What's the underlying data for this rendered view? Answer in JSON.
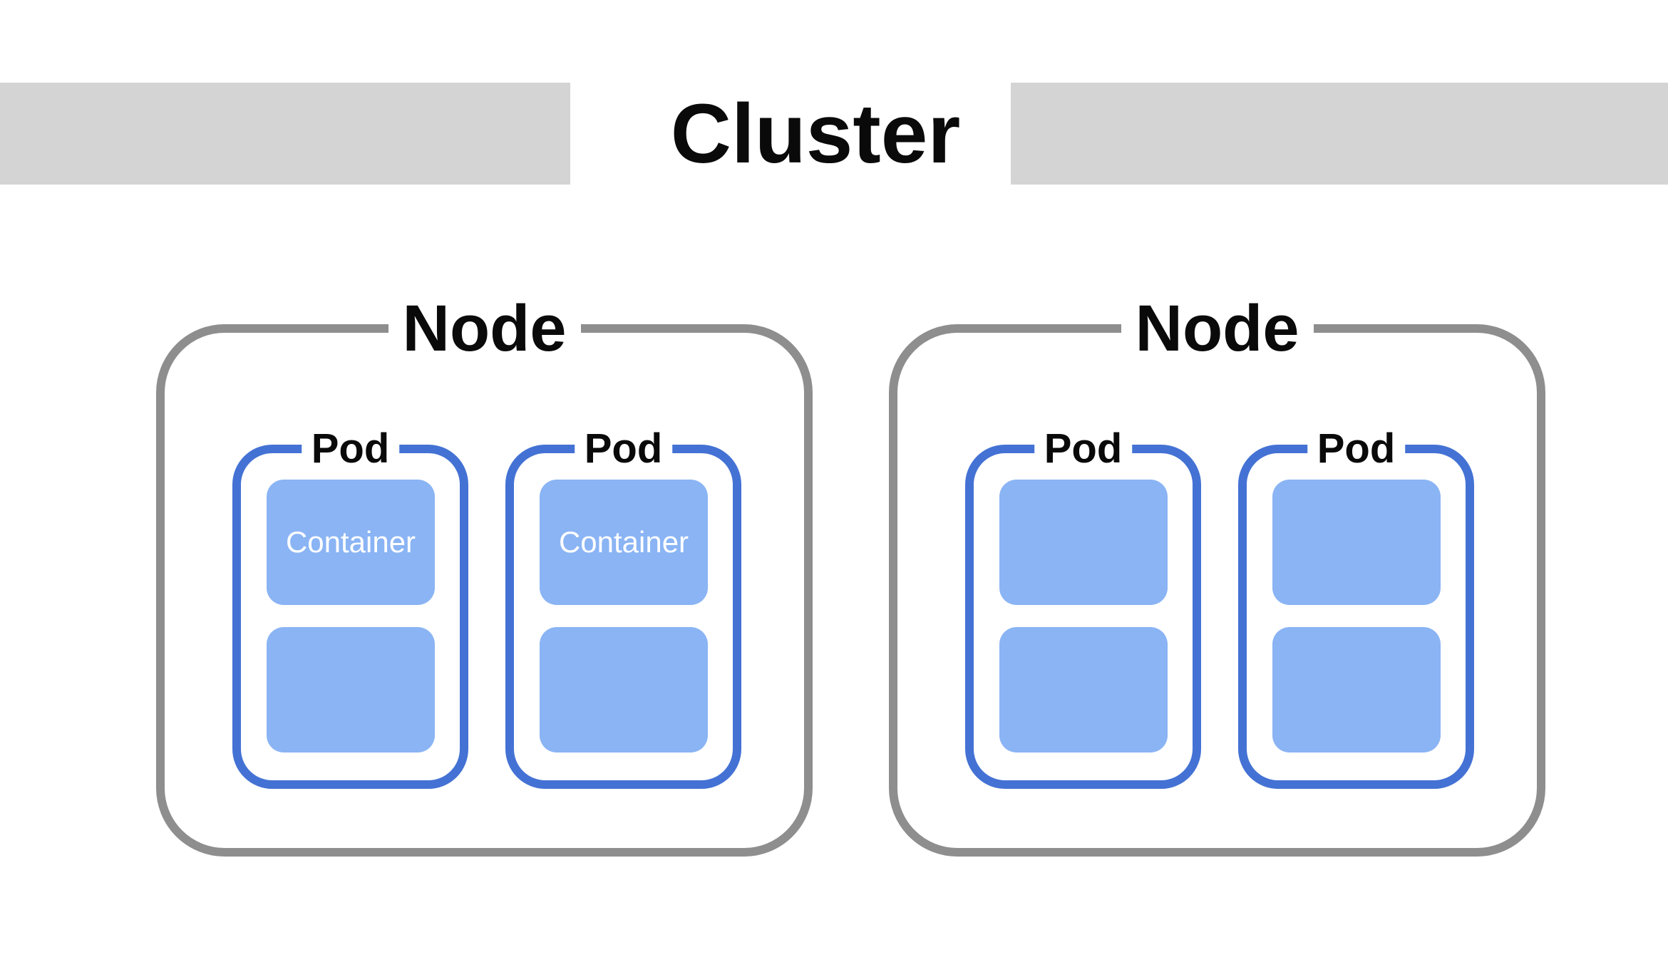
{
  "cluster": {
    "label": "Cluster"
  },
  "colors": {
    "banner_gray": "#d4d4d4",
    "node_border": "#8e8e8e",
    "pod_border": "#4472d4",
    "container_fill": "#8ab4f4",
    "container_text": "#ffffff",
    "label_text": "#0a0a0a",
    "background": "#ffffff"
  },
  "nodes": [
    {
      "label": "Node",
      "pods": [
        {
          "label": "Pod",
          "containers": [
            {
              "label": "Container"
            },
            {
              "label": ""
            }
          ]
        },
        {
          "label": "Pod",
          "containers": [
            {
              "label": "Container"
            },
            {
              "label": ""
            }
          ]
        }
      ]
    },
    {
      "label": "Node",
      "pods": [
        {
          "label": "Pod",
          "containers": [
            {
              "label": ""
            },
            {
              "label": ""
            }
          ]
        },
        {
          "label": "Pod",
          "containers": [
            {
              "label": ""
            },
            {
              "label": ""
            }
          ]
        }
      ]
    }
  ]
}
